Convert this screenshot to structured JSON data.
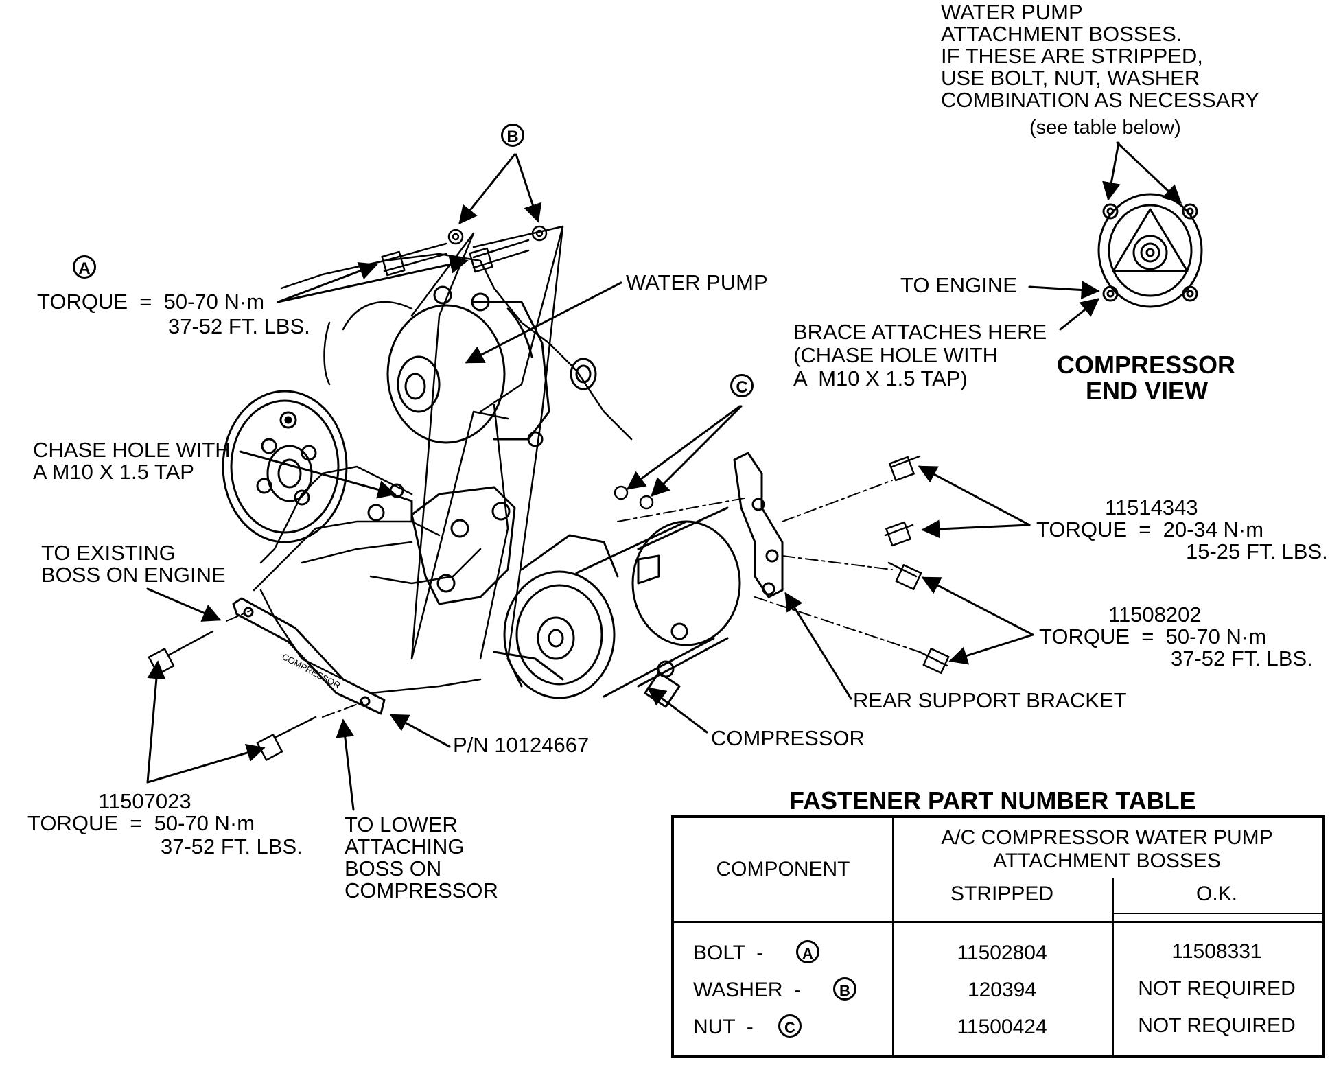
{
  "labels": {
    "wp_bosses": [
      "WATER PUMP",
      "ATTACHMENT BOSSES.",
      "IF THESE ARE STRIPPED,",
      "USE BOLT, NUT, WASHER",
      "COMBINATION AS NECESSARY"
    ],
    "see_table": "(see table below)",
    "callout_a": "A",
    "callout_b": "B",
    "callout_c": "C",
    "torque_a_1": "TORQUE  =  50-70 N·m",
    "torque_a_2": "37-52 FT. LBS.",
    "water_pump": "WATER PUMP",
    "to_engine": "TO ENGINE",
    "brace_1": "BRACE ATTACHES HERE",
    "brace_2": "(CHASE HOLE WITH",
    "brace_3": "A  M10 X 1.5 TAP)",
    "end_view_1": "COMPRESSOR",
    "end_view_2": "END VIEW",
    "chase_1": "CHASE HOLE WITH",
    "chase_2": "A M10 X 1.5 TAP",
    "existing_1": "TO EXISTING",
    "existing_2": "BOSS ON ENGINE",
    "pn_11514343": "11514343",
    "torque_c_1": "TORQUE  =  20-34 N·m",
    "torque_c_2": "15-25 FT. LBS.",
    "pn_11508202": "11508202",
    "torque_d_1": "TORQUE  =  50-70 N·m",
    "torque_d_2": "37-52 FT. LBS.",
    "rear_support": "REAR SUPPORT BRACKET",
    "compressor": "COMPRESSOR",
    "pn_bracket": "P/N 10124667",
    "brace_stamp": "COMPRESSOR",
    "pn_11507023": "11507023",
    "torque_e_1": "TORQUE  =  50-70 N·m",
    "torque_e_2": "37-52 FT. LBS.",
    "lower_1": "TO LOWER",
    "lower_2": "ATTACHING",
    "lower_3": "BOSS ON",
    "lower_4": "COMPRESSOR"
  },
  "table": {
    "title": "FASTENER PART NUMBER TABLE",
    "col_component": "COMPONENT",
    "col_group_1": "A/C COMPRESSOR WATER PUMP",
    "col_group_2": "ATTACHMENT BOSSES",
    "col_stripped": "STRIPPED",
    "col_ok": "O.K.",
    "rows": [
      {
        "component": "BOLT  -",
        "callout": "A",
        "stripped": "11502804",
        "ok": "11508331"
      },
      {
        "component": "WASHER  -",
        "callout": "B",
        "stripped": "120394",
        "ok": "NOT REQUIRED"
      },
      {
        "component": "NUT  -",
        "callout": "C",
        "stripped": "11500424",
        "ok": "NOT REQUIRED"
      }
    ]
  }
}
